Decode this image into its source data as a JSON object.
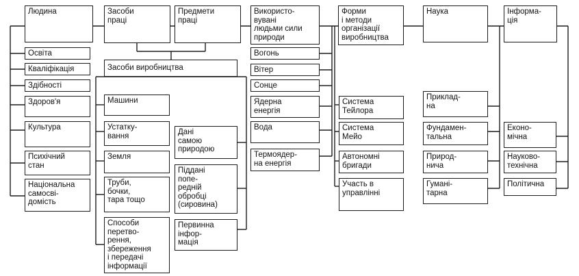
{
  "headers": {
    "lyudyna": "Людина",
    "zasoby_pratsi": "Засоби\nпраці",
    "predmety_pratsi": "Предмети\nпраці",
    "pryrody": "Використо-\nвувані\nлюдьми сили\nприроди",
    "formy": "Форми\nі методи\nорганізації\nвиробництва",
    "nauka": "Наука",
    "informatsiya": "Інформа-\nція"
  },
  "lyudyna_items": [
    "Освіта",
    "Кваліфікація",
    "Здібності",
    "Здоров'я",
    "Культура",
    "Психічний\nстан",
    "Національна\nсамосві-\nдомість"
  ],
  "zasoby_vyrobnytstva": "Засоби виробництва",
  "zasoby_items": [
    "Машини",
    "Устатку-\nвання",
    "Земля",
    "Труби,\nбочки,\nтара тощо",
    "Способи\nперетво-\nрення,\nзбереження\nі передачі\nінформації"
  ],
  "predmety_items": [
    "Дані\nсамою\nприродою",
    "Піддані\nпопе-\nредній\nобробці\n(сировина)",
    "Первинна\nінфор-\nмація"
  ],
  "pryrody_items": [
    "Вогонь",
    "Вітер",
    "Сонце",
    "Ядерна\nенергія",
    "Вода",
    "Термоядер-\nна енергія"
  ],
  "formy_items": [
    "Система\nТейлора",
    "Система\nМейо",
    "Автономні\nбригади",
    "Участь в\nуправлінні"
  ],
  "nauka_items": [
    "Приклад-\nна",
    "Фундамен-\nтальна",
    "Природ-\nнича",
    "Гумані-\nтарна"
  ],
  "informatsiya_items": [
    "Еконо-\nмічна",
    "Науково-\nтехнічна",
    "Політична"
  ]
}
